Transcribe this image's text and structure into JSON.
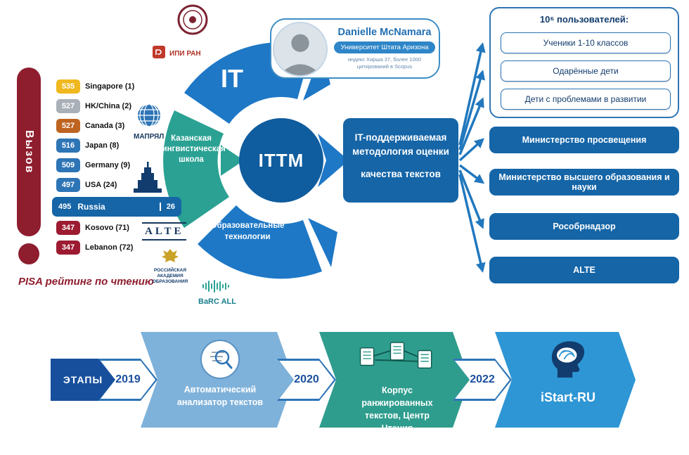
{
  "pisa": {
    "challenge_label": "Вызов",
    "caption": "PISA рейтинг по чтению",
    "rows": [
      {
        "score": "535",
        "label": "Singapore (1)",
        "color": "#f0b81f"
      },
      {
        "score": "527",
        "label": "HK/China (2)",
        "color": "#a9b0b7"
      },
      {
        "score": "527",
        "label": "Canada (3)",
        "color": "#bf6420"
      },
      {
        "score": "516",
        "label": "Japan (8)",
        "color": "#2e75b6"
      },
      {
        "score": "509",
        "label": "Germany (9)",
        "color": "#2e75b6"
      },
      {
        "score": "497",
        "label": "USA (24)",
        "color": "#2e75b6"
      },
      {
        "score": "347",
        "label": "Kosovo (71)",
        "color": "#9c1b31"
      },
      {
        "score": "347",
        "label": "Lebanon (72)",
        "color": "#9c1b31"
      }
    ],
    "russia": {
      "score": "495",
      "label": "Russia",
      "rank": "26"
    }
  },
  "hub": {
    "center": "ITTM",
    "it": "IT",
    "kazan": [
      "Казанская",
      "лингвистическая",
      "школа"
    ],
    "education": [
      "Образовательные",
      "технологии"
    ]
  },
  "profile": {
    "name": "Danielle McNamara",
    "affiliation": "Университет Штата Аризона",
    "note": "индекс Хирша 37, более 1000 цитирований в Scopus"
  },
  "methodology": {
    "line1": "IT-поддерживаемая",
    "line2": "методология оценки",
    "line3": "качества текстов"
  },
  "audience": {
    "title": "10⁶ пользователей:",
    "items": [
      "Ученики 1-10 классов",
      "Одарённые дети",
      "Дети с проблемами в развитии"
    ]
  },
  "stakeholders": [
    "Министерство просвещения",
    "Министерство высшего образования и науки",
    "Рособрнадзор",
    "ALTE"
  ],
  "partners": {
    "ipiran": "ИПИ РАН",
    "mapryal": "МАПРЯЛ",
    "alte": "ALTE",
    "rao": "РОССИЙСКАЯ АКАДЕМИЯ ОБРАЗОВАНИЯ",
    "barc": "BaRC ALL"
  },
  "timeline": {
    "label": "ЭТАПЫ",
    "milestones": [
      {
        "year": "2019",
        "title": "Автоматический анализатор текстов"
      },
      {
        "year": "2020",
        "title": "Корпус ранжированных текстов, Центр Чтения"
      },
      {
        "year": "2022",
        "title": "iStart-RU"
      }
    ]
  },
  "colors": {
    "primary_blue": "#1e78c6",
    "deep_blue": "#1565a7",
    "teal": "#2aa193",
    "light_blue": "#7fb2da",
    "sky_blue": "#2e96d4",
    "dark_red": "#8e1d2e"
  }
}
